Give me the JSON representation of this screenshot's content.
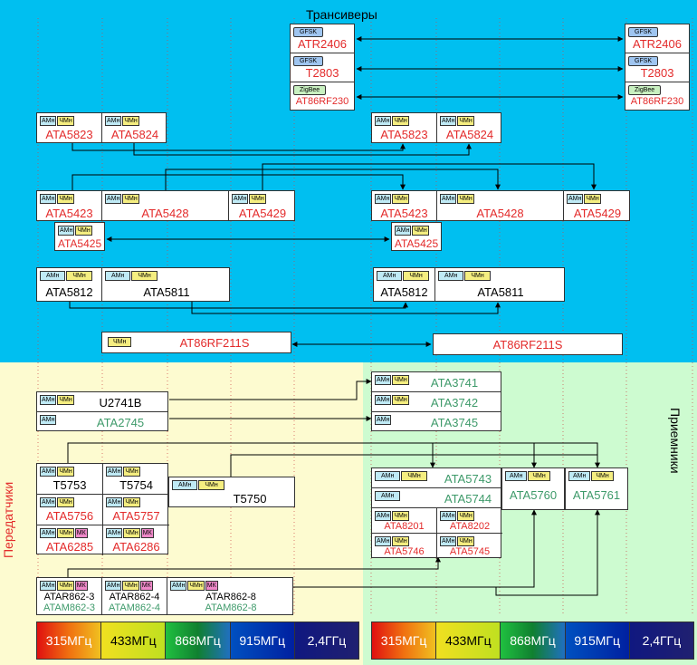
{
  "zones": {
    "transceivers_title": "Трансиверы",
    "transmitters_title": "Передатчики",
    "receivers_title": "Приемники"
  },
  "tags": {
    "am": "АМн",
    "chm": "ЧМн",
    "mk": "МК",
    "gfsk": "GFSK",
    "zigbee": "ZigBee"
  },
  "transceivers": [
    {
      "name": "ATR2406",
      "tag": "GFSK"
    },
    {
      "name": "T2803",
      "tag": "GFSK"
    },
    {
      "name": "AT86RF230",
      "tag": "ZigBee"
    }
  ],
  "parts": {
    "ata5823": "ATA5823",
    "ata5824": "ATA5824",
    "ata5423": "ATA5423",
    "ata5428": "ATA5428",
    "ata5429": "ATA5429",
    "ata5425": "ATA5425",
    "ata5812": "ATA5812",
    "ata5811": "ATA5811",
    "at86rf211s": "AT86RF211S",
    "u2741b": "U2741B",
    "ata2745": "ATA2745",
    "ata3741": "ATA3741",
    "ata3742": "ATA3742",
    "ata3745": "ATA3745",
    "t5753": "T5753",
    "t5754": "T5754",
    "t5750": "T5750",
    "ata5756": "ATA5756",
    "ata5757": "ATA5757",
    "ata6285": "ATA6285",
    "ata6286": "ATA6286",
    "ata5743": "ATA5743",
    "ata5744": "ATA5744",
    "ata5760": "ATA5760",
    "ata5761": "ATA5761",
    "ata8201": "ATA8201",
    "ata8202": "ATA8202",
    "ata5746": "ATA5746",
    "ata5745": "ATA5745",
    "atar862_3": "ATAR862-3",
    "atam862_3": "ATAM862-3",
    "atar862_4": "ATAR862-4",
    "atam862_4": "ATAM862-4",
    "atar862_8": "ATAR862-8",
    "atam862_8": "ATAM862-8"
  },
  "frequencies": [
    "315МГц",
    "433МГц",
    "868МГц",
    "915МГц",
    "2,4ГГц"
  ],
  "colors": {
    "transceiver_zone": "#00bff0",
    "transmitter_zone": "#fdfbd0",
    "receiver_zone": "#cdfbd0",
    "red_text": "#e32b2b",
    "green_text": "#3e9a6a"
  }
}
